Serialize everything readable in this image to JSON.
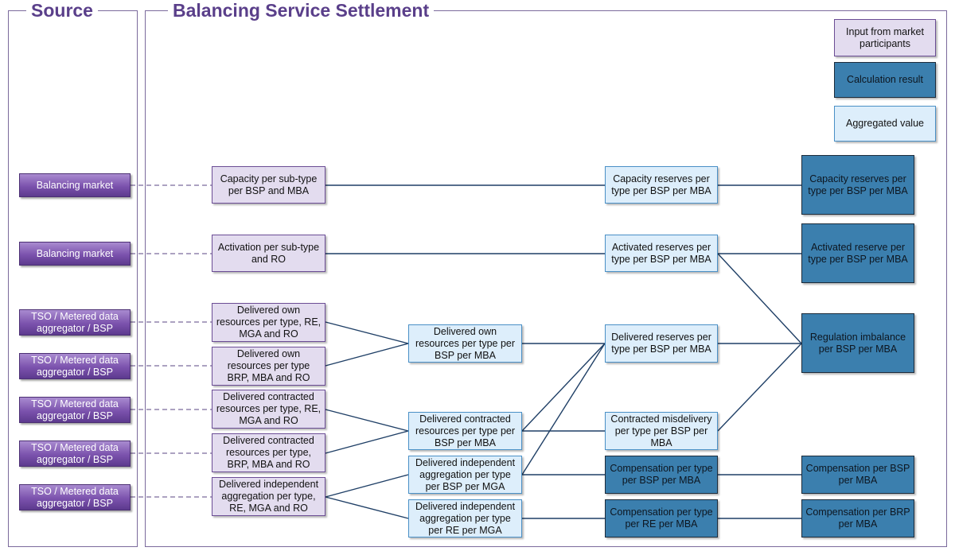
{
  "panels": {
    "source_title": "Source",
    "settlement_title": "Balancing Service Settlement"
  },
  "legend": {
    "input": "Input from market participants",
    "calc": "Calculation result",
    "agg": "Aggregated value"
  },
  "sources": [
    {
      "label": "Balancing market"
    },
    {
      "label": "Balancing market"
    },
    {
      "label": "TSO / Metered data aggregator / BSP"
    },
    {
      "label": "TSO / Metered data aggregator / BSP"
    },
    {
      "label": "TSO / Metered data aggregator / BSP"
    },
    {
      "label": "TSO / Metered data aggregator / BSP"
    },
    {
      "label": "TSO / Metered data aggregator / BSP"
    }
  ],
  "inputs": [
    {
      "label": "Capacity per sub-type per BSP and MBA"
    },
    {
      "label": "Activation per sub-type and RO"
    },
    {
      "label": "Delivered own resources per type, RE, MGA and RO"
    },
    {
      "label": "Delivered own resources per type BRP, MBA and RO"
    },
    {
      "label": "Delivered contracted resources per type, RE, MGA and RO"
    },
    {
      "label": "Delivered contracted resources per type, BRP, MBA and RO"
    },
    {
      "label": "Delivered independent aggregation per type, RE, MGA and RO"
    }
  ],
  "aggregates_mid": [
    {
      "label": "Delivered own resources per type per BSP per MBA"
    },
    {
      "label": "Delivered contracted resources per type per BSP per MBA"
    },
    {
      "label": "Delivered independent aggregation per type per BSP per MGA"
    },
    {
      "label": "Delivered independent aggregation per type per RE per MGA"
    }
  ],
  "aggregates_right": [
    {
      "label": "Capacity reserves per type per BSP per MBA"
    },
    {
      "label": "Activated reserves per type per BSP per MBA"
    },
    {
      "label": "Delivered reserves per type per BSP per MBA"
    },
    {
      "label": "Contracted misdelivery per type per BSP per MBA"
    }
  ],
  "calc_mid": [
    {
      "label": "Compensation per type per BSP per MBA"
    },
    {
      "label": "Compensation per type per RE per MBA"
    }
  ],
  "results": [
    {
      "label": "Capacity reserves per type per BSP per MBA"
    },
    {
      "label": "Activated reserve per type per BSP per MBA"
    },
    {
      "label": "Regulation imbalance per BSP per MBA"
    },
    {
      "label": "Compensation per BSP per MBA"
    },
    {
      "label": "Compensation per BRP per MBA"
    }
  ]
}
